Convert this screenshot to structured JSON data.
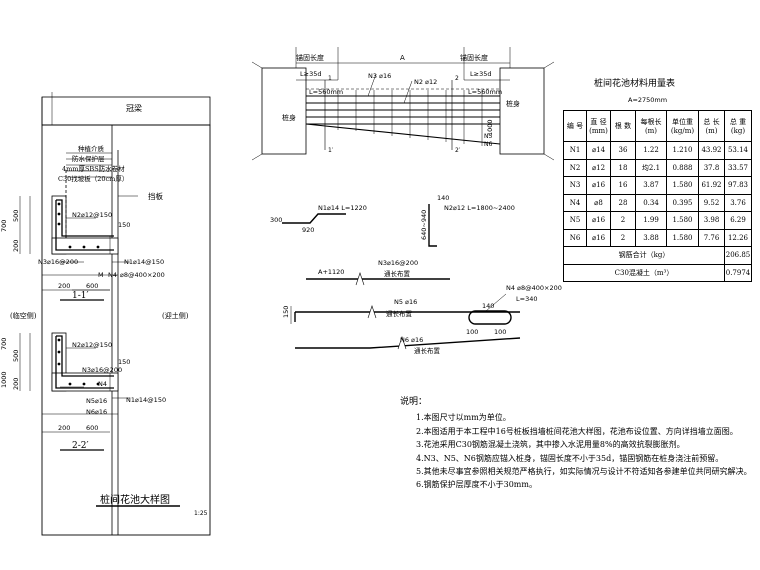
{
  "drawing_title": "桩间花池大样图",
  "drawing_scale": "1:25",
  "section_1_label": "1-1′",
  "section_2_label": "2-2′",
  "labels": {
    "crown_beam": "冠梁",
    "baffle": "挡板",
    "fill_side": "(临空侧)",
    "soil_side": "(迎土侧)",
    "planting_medium": "种植介质",
    "waterproof_layer": "防水保护层",
    "waterproof_membrane": "4mm厚SBS防水卷材",
    "leveling_slab": "C30找坡板（20cm厚）",
    "pile_body_left": "桩身",
    "pile_body_right": "桩身",
    "anchor_len_left": "锚固长度",
    "anchor_len_right": "锚固长度",
    "dim_a": "A",
    "l35_left": "L≥35d",
    "l35_right": "L≥35d",
    "l560_left": "L=560mm",
    "l560_right": "L=560mm",
    "n3_label": "N3 ⌀16",
    "n2_label": "N2 ⌀12",
    "num_1": "1",
    "num_1p": "1′",
    "num_2": "2",
    "num_2p": "2′",
    "n5": "N5",
    "n6": "N6",
    "dim_1000_elev": "1000",
    "s1_n2": "N2⌀12@150",
    "s1_n3": "N3⌀16@200",
    "s1_n1": "N1⌀14@150",
    "s1_m": "M",
    "s1_n4": "N4",
    "s1_n4spec": "⌀8@400×200",
    "s2_n2": "N2⌀12@150",
    "s2_n3": "N3⌀16@200",
    "s2_n1": "N1⌀14@150",
    "s2_n4": "N4",
    "s2_n5": "N5⌀16",
    "s2_n6": "N6⌀16",
    "d700a": "700",
    "d500a": "500",
    "d200a": "200",
    "d150a": "150",
    "d200b": "200",
    "d600a": "600",
    "d700b": "700",
    "d1000": "1000",
    "d500b": "500",
    "d200c": "200",
    "d150b": "150",
    "d200d": "200",
    "d600b": "600",
    "b_n1": "N1⌀14 L=1220",
    "b_300": "300",
    "b_920": "920",
    "b_140a": "140",
    "b_640": "640~940",
    "b_n2": "N2⌀12 L=1800~2400",
    "b_a1120": "A+1120",
    "b_n3": "N3⌀16@200",
    "b_n3sub": "通长布置",
    "b_150": "150",
    "b_n5": "N5 ⌀16",
    "b_n5sub": "通长布置",
    "b_n6": "N6 ⌀16",
    "b_n6sub": "通长布置",
    "b_n4": "N4 ⌀8@400×200",
    "b_n4l": "L=340",
    "b_140b": "140",
    "b_100a": "100",
    "b_100b": "100"
  },
  "materials": {
    "title": "桩间花池材料用量表",
    "subtitle": "A=2750mm",
    "headers": [
      "编 号",
      "直 径\n(mm)",
      "根 数",
      "每根长\n(m)",
      "单位重\n(kg/m)",
      "总 长\n(m)",
      "总 重\n(kg)"
    ],
    "rows": [
      [
        "N1",
        "⌀14",
        "36",
        "1.22",
        "1.210",
        "43.92",
        "53.14"
      ],
      [
        "N2",
        "⌀12",
        "18",
        "均2.1",
        "0.888",
        "37.8",
        "33.57"
      ],
      [
        "N3",
        "⌀16",
        "16",
        "3.87",
        "1.580",
        "61.92",
        "97.83"
      ],
      [
        "N4",
        "⌀8",
        "28",
        "0.34",
        "0.395",
        "9.52",
        "3.76"
      ],
      [
        "N5",
        "⌀16",
        "2",
        "1.99",
        "1.580",
        "3.98",
        "6.29"
      ],
      [
        "N6",
        "⌀16",
        "2",
        "3.88",
        "1.580",
        "7.76",
        "12.26"
      ]
    ],
    "total_steel_label": "钢筋合计（kg）",
    "total_steel_value": "206.85",
    "concrete_label": "C30混凝土（m³）",
    "concrete_value": "0.7974"
  },
  "notes": {
    "heading": "说明：",
    "items": [
      "1.本图尺寸以mm为单位。",
      "2.本图适用于本工程中16号桩板挡墙桩间花池大样图，花池布设位置、方向详挡墙立面图。",
      "3.花池采用C30钢筋混凝土浇筑，其中掺入水泥用量8%的高效抗裂膨胀剂。",
      "4.N3、N5、N6钢筋应锚入桩身，锚固长度不小于35d，锚固钢筋在桩身浇注前预留。",
      "5.其他未尽事宜参照相关规范严格执行，如实际情况与设计不符适知各参建单位共同研究解决。",
      "6.钢筋保护层厚度不小于30mm。"
    ]
  }
}
